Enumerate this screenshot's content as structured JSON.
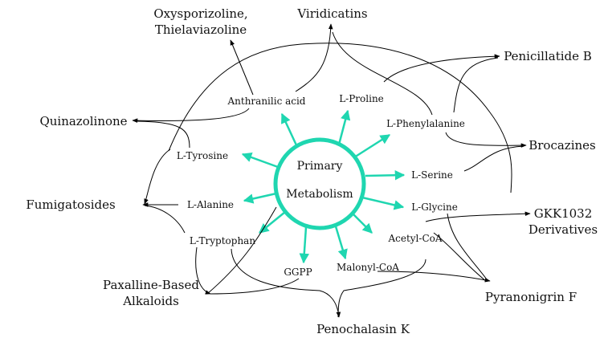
{
  "center": {
    "line1": "Primary",
    "line2": "Metabolism",
    "color": "#1fd6b0"
  },
  "precursors": {
    "anthranilic_acid": "Anthranilic acid",
    "l_proline": "L-Proline",
    "l_phenylalanine": "L-Phenylalanine",
    "l_tyrosine": "L-Tyrosine",
    "l_serine": "L-Serine",
    "l_alanine": "L-Alanine",
    "l_glycine": "L-Glycine",
    "l_tryptophan": "L-Tryptophan",
    "acetyl_coa": "Acetyl-CoA",
    "ggpp": "GGPP",
    "malonyl_coa": "Malonyl-CoA"
  },
  "products": {
    "oxysporizoline_1": "Oxysporizoline,",
    "oxysporizoline_2": "Thielaviazoline",
    "viridicatins": "Viridicatins",
    "penicillatide_b": "Penicillatide B",
    "quinazolinone": "Quinazolinone",
    "brocazines": "Brocazines",
    "fumigatosides": "Fumigatosides",
    "gkk1032_1": "GKK1032",
    "gkk1032_2": "Derivatives",
    "paxalline_1": "Paxalline-Based",
    "paxalline_2": "Alkaloids",
    "pyranonigrin_f": "Pyranonigrin F",
    "penochalasin_k": "Penochalasin K"
  }
}
